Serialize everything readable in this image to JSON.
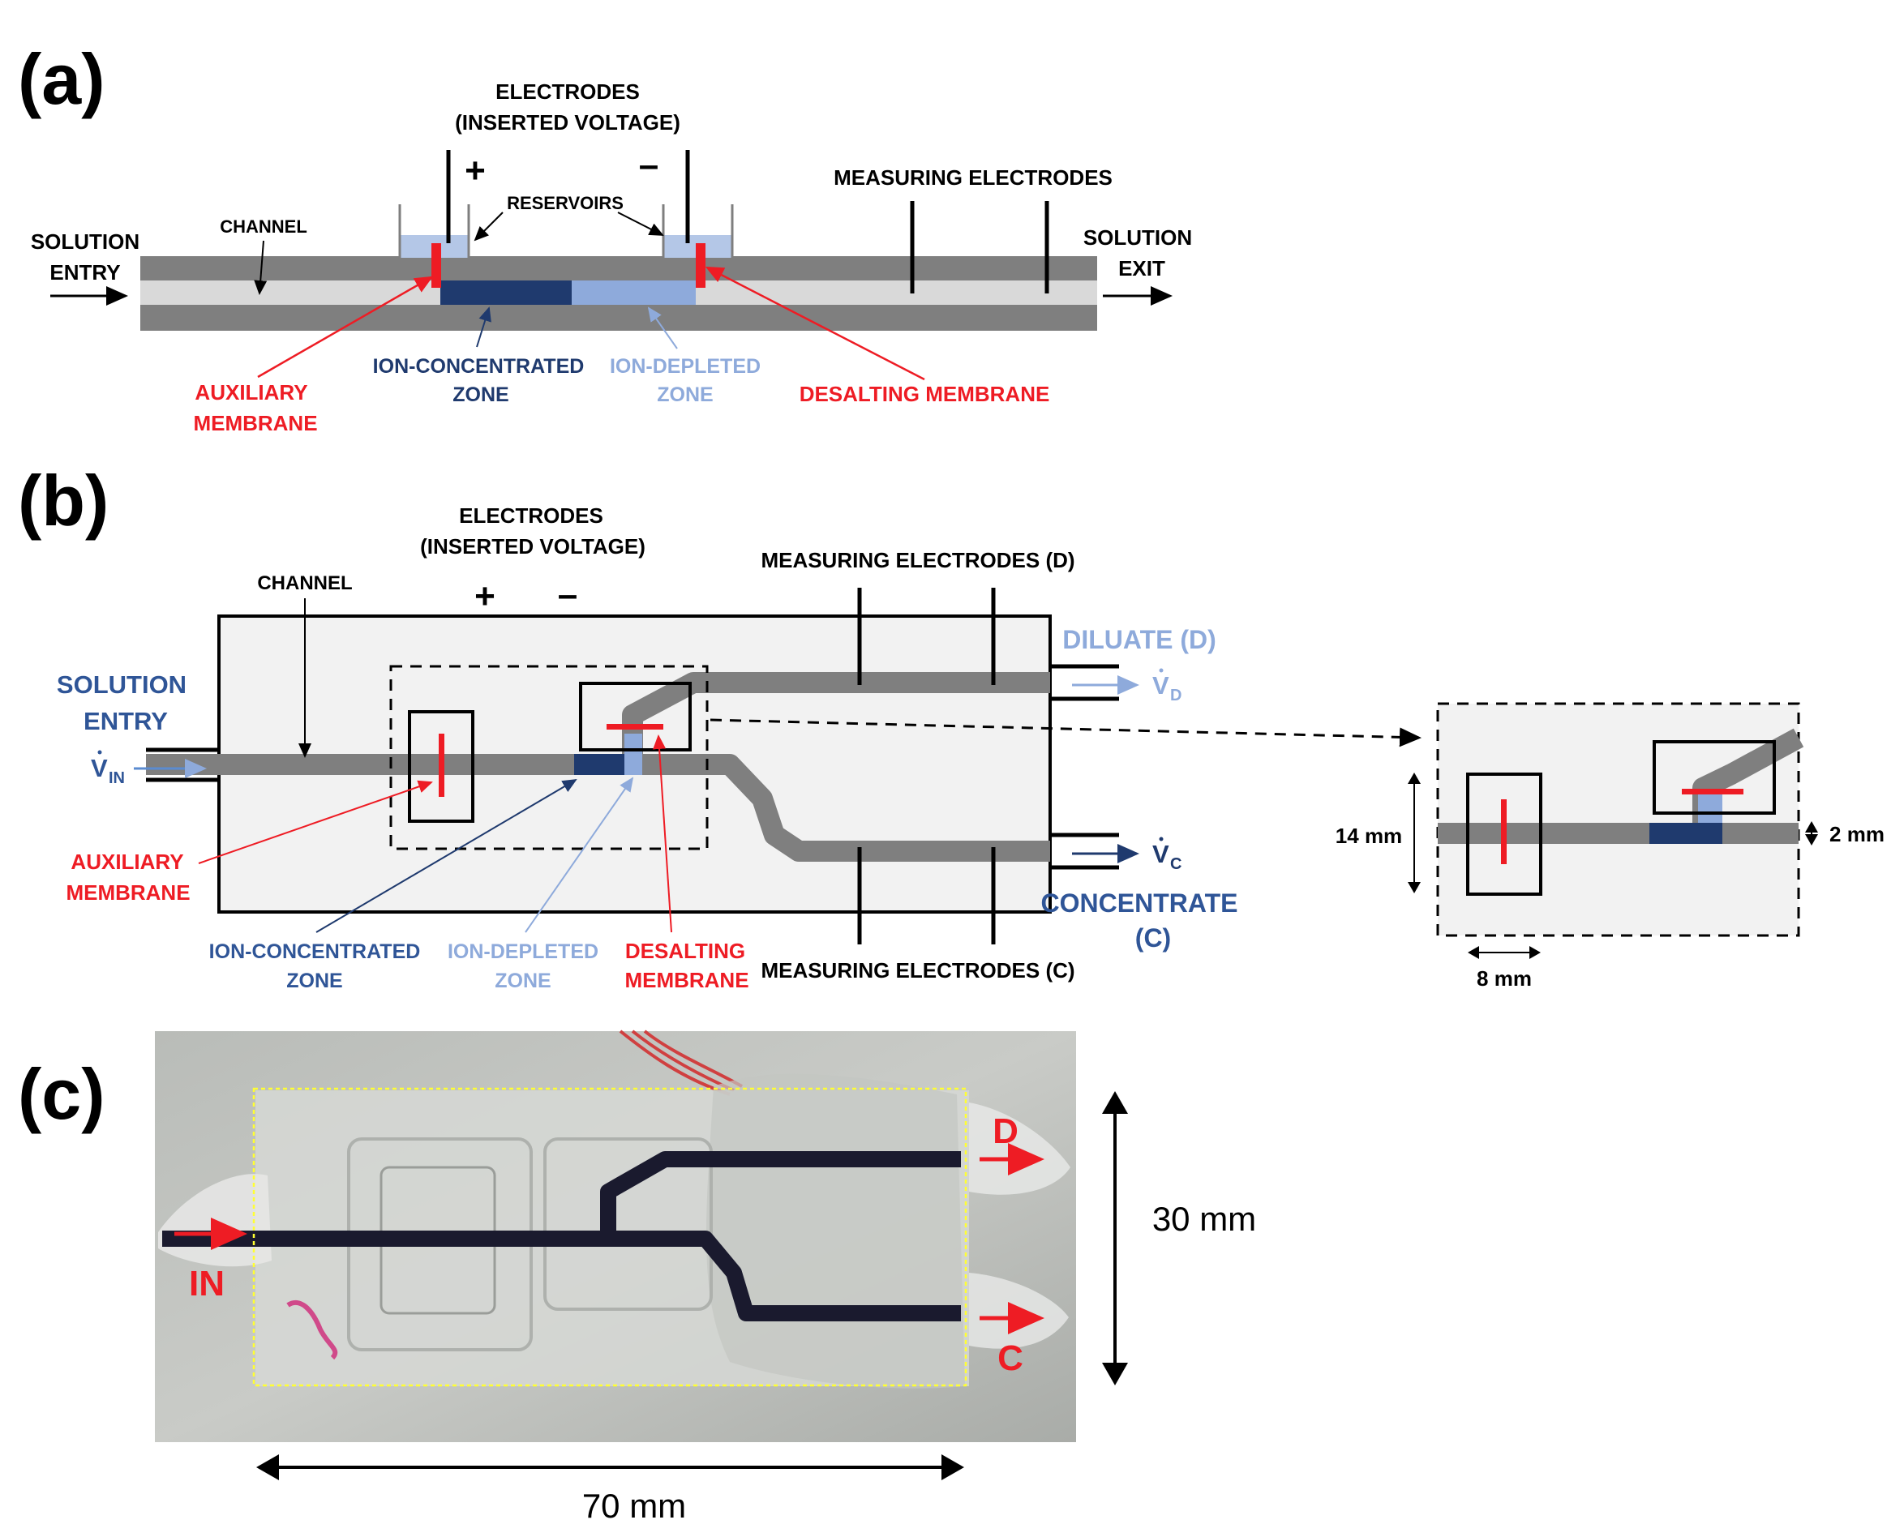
{
  "colors": {
    "black": "#000000",
    "red": "#ee1c24",
    "dark_blue": "#1f3a6e",
    "mid_blue": "#2f5597",
    "light_blue": "#8eaadb",
    "channel_gray": "#7f7f7f",
    "channel_light": "#d9d9d9",
    "box_fill": "#f2f2f2",
    "reservoir_fill": "#b4c7e7"
  },
  "panel_a": {
    "panel_label": "(a)",
    "electrodes_line1": "ELECTRODES",
    "electrodes_line2": "(INSERTED VOLTAGE)",
    "plus": "+",
    "minus": "–",
    "reservoirs": "RESERVOIRS",
    "channel": "CHANNEL",
    "measuring_electrodes": "MEASURING ELECTRODES",
    "solution_entry_line1": "SOLUTION",
    "solution_entry_line2": "ENTRY",
    "solution_exit_line1": "SOLUTION",
    "solution_exit_line2": "EXIT",
    "auxiliary_line1": "AUXILIARY",
    "auxiliary_line2": "MEMBRANE",
    "ion_conc_line1": "ION-CONCENTRATED",
    "ion_conc_line2": "ZONE",
    "ion_depl_line1": "ION-DEPLETED",
    "ion_depl_line2": "ZONE",
    "desalting": "DESALTING MEMBRANE"
  },
  "panel_b": {
    "panel_label": "(b)",
    "electrodes_line1": "ELECTRODES",
    "electrodes_line2": "(INSERTED VOLTAGE)",
    "plus": "+",
    "minus": "–",
    "channel": "CHANNEL",
    "measuring_d": "MEASURING ELECTRODES (D)",
    "measuring_c": "MEASURING ELECTRODES (C)",
    "solution_entry_line1": "SOLUTION",
    "solution_entry_line2": "ENTRY",
    "v_in": "V",
    "v_in_sub": "IN",
    "diluate": "DILUATE (D)",
    "v_d": "V",
    "v_d_sub": "D",
    "v_c": "V",
    "v_c_sub": "C",
    "concentrate_line1": "CONCENTRATE",
    "concentrate_line2": "(C)",
    "auxiliary_line1": "AUXILIARY",
    "auxiliary_line2": "MEMBRANE",
    "ion_conc_line1": "ION-CONCENTRATED",
    "ion_conc_line2": "ZONE",
    "ion_depl_line1": "ION-DEPLETED",
    "ion_depl_line2": "ZONE",
    "desalting_line1": "DESALTING",
    "desalting_line2": "MEMBRANE",
    "dim_14mm": "14 mm",
    "dim_2mm": "2 mm",
    "dim_8mm": "8 mm"
  },
  "panel_c": {
    "panel_label": "(c)",
    "label_in": "IN",
    "label_d": "D",
    "label_c": "C",
    "dim_30mm": "30 mm",
    "dim_70mm": "70 mm"
  }
}
